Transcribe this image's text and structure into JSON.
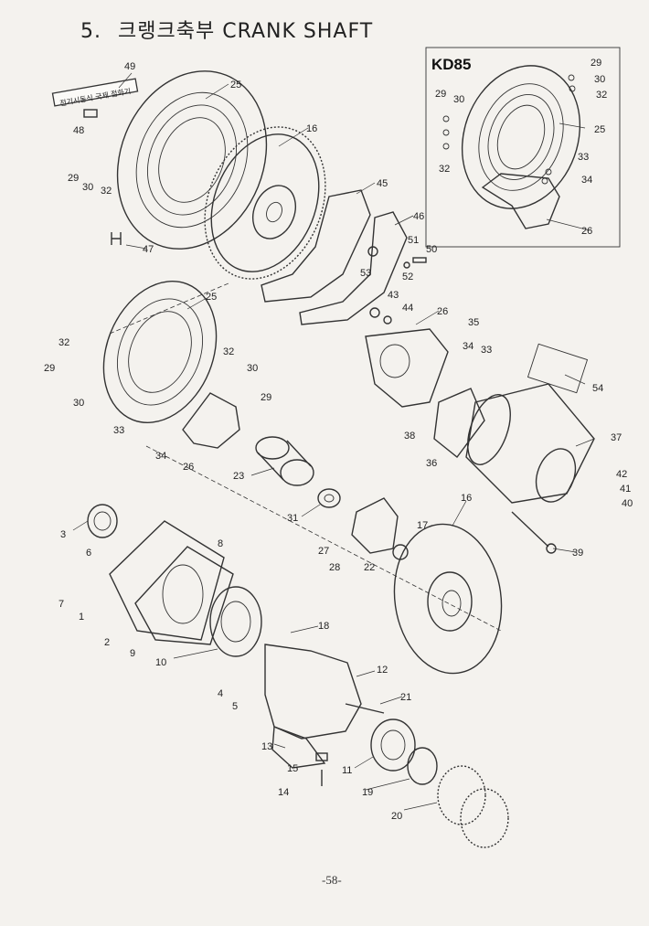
{
  "title": {
    "number": "5.",
    "korean": "크랭크축부",
    "english": "CRANK SHAFT"
  },
  "inset_label": "KD85",
  "tag_text": "전기시동식 국제 점화기",
  "page_number": "-58-",
  "callouts": [
    {
      "id": "c49",
      "text": "49"
    },
    {
      "id": "c25a",
      "text": "25"
    },
    {
      "id": "c48",
      "text": "48"
    },
    {
      "id": "c16a",
      "text": "16"
    },
    {
      "id": "c29a",
      "text": "29"
    },
    {
      "id": "c30a",
      "text": "30"
    },
    {
      "id": "c32a",
      "text": "32"
    },
    {
      "id": "c45",
      "text": "45"
    },
    {
      "id": "c46",
      "text": "46"
    },
    {
      "id": "c47",
      "text": "47"
    },
    {
      "id": "c51",
      "text": "51"
    },
    {
      "id": "c50",
      "text": "50"
    },
    {
      "id": "c53",
      "text": "53"
    },
    {
      "id": "c52",
      "text": "52"
    },
    {
      "id": "c43",
      "text": "43"
    },
    {
      "id": "c44",
      "text": "44"
    },
    {
      "id": "c25b",
      "text": "25"
    },
    {
      "id": "c26a",
      "text": "26"
    },
    {
      "id": "c35",
      "text": "35"
    },
    {
      "id": "c34a",
      "text": "34"
    },
    {
      "id": "c33a",
      "text": "33"
    },
    {
      "id": "c32b",
      "text": "32"
    },
    {
      "id": "c29b",
      "text": "29"
    },
    {
      "id": "c30b",
      "text": "30"
    },
    {
      "id": "c32c",
      "text": "32"
    },
    {
      "id": "c30c",
      "text": "30"
    },
    {
      "id": "c29c",
      "text": "29"
    },
    {
      "id": "c54",
      "text": "54"
    },
    {
      "id": "c33b",
      "text": "33"
    },
    {
      "id": "c34b",
      "text": "34"
    },
    {
      "id": "c26b",
      "text": "26"
    },
    {
      "id": "c38",
      "text": "38"
    },
    {
      "id": "c37",
      "text": "37"
    },
    {
      "id": "c23",
      "text": "23"
    },
    {
      "id": "c36",
      "text": "36"
    },
    {
      "id": "c42",
      "text": "42"
    },
    {
      "id": "c41",
      "text": "41"
    },
    {
      "id": "c40",
      "text": "40"
    },
    {
      "id": "c31",
      "text": "31"
    },
    {
      "id": "c16b",
      "text": "16"
    },
    {
      "id": "c3",
      "text": "3"
    },
    {
      "id": "c6",
      "text": "6"
    },
    {
      "id": "c8",
      "text": "8"
    },
    {
      "id": "c17",
      "text": "17"
    },
    {
      "id": "c27",
      "text": "27"
    },
    {
      "id": "c28",
      "text": "28"
    },
    {
      "id": "c22",
      "text": "22"
    },
    {
      "id": "c39",
      "text": "39"
    },
    {
      "id": "c7",
      "text": "7"
    },
    {
      "id": "c1",
      "text": "1"
    },
    {
      "id": "c2",
      "text": "2"
    },
    {
      "id": "c9",
      "text": "9"
    },
    {
      "id": "c18",
      "text": "18"
    },
    {
      "id": "c10",
      "text": "10"
    },
    {
      "id": "c12",
      "text": "12"
    },
    {
      "id": "c4",
      "text": "4"
    },
    {
      "id": "c5",
      "text": "5"
    },
    {
      "id": "c21",
      "text": "21"
    },
    {
      "id": "c13",
      "text": "13"
    },
    {
      "id": "c11",
      "text": "11"
    },
    {
      "id": "c15",
      "text": "15"
    },
    {
      "id": "c14",
      "text": "14"
    },
    {
      "id": "c19",
      "text": "19"
    },
    {
      "id": "c20",
      "text": "20"
    },
    {
      "id": "k29a",
      "text": "29"
    },
    {
      "id": "k30a",
      "text": "30"
    },
    {
      "id": "k32a",
      "text": "32"
    },
    {
      "id": "k29b",
      "text": "29"
    },
    {
      "id": "k30b",
      "text": "30"
    },
    {
      "id": "k25",
      "text": "25"
    },
    {
      "id": "k32b",
      "text": "32"
    },
    {
      "id": "k33",
      "text": "33"
    },
    {
      "id": "k34",
      "text": "34"
    },
    {
      "id": "k26",
      "text": "26"
    }
  ]
}
